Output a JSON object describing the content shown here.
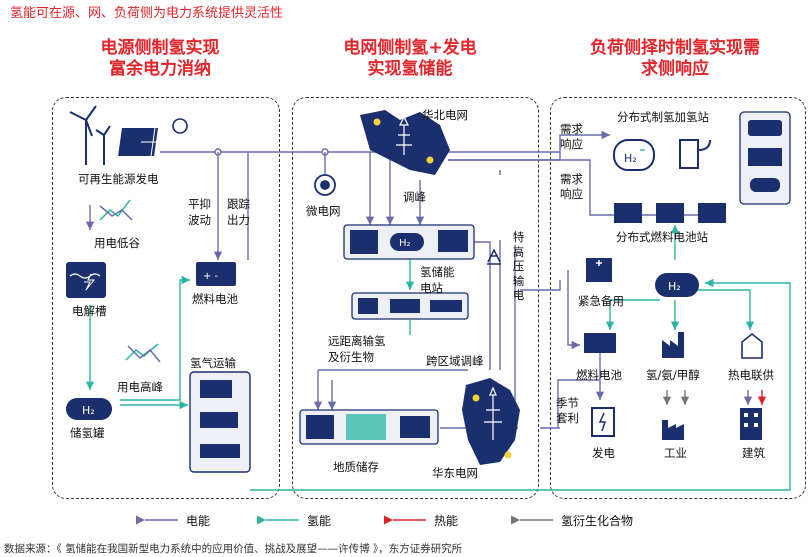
{
  "title": "氢能可在源、网、负荷侧为电力系统提供灵活性",
  "sections": {
    "source": {
      "title_line1": "电源侧制氢实现",
      "title_line2": "富余电力消纳"
    },
    "grid": {
      "title_line1": "电网侧制氢+发电",
      "title_line2": "实现氢储能"
    },
    "load": {
      "title_line1": "负荷侧择时制氢实现需",
      "title_line2": "求侧响应"
    }
  },
  "labels": {
    "renewable": "可再生能源发电",
    "low_demand": "用电低谷",
    "electrolyzer": "电解槽",
    "peak_demand": "用电高峰",
    "storage_tank": "储氢罐",
    "smooth_fluct_1": "平抑",
    "smooth_fluct_2": "波动",
    "track_output_1": "跟踪",
    "track_output_2": "出力",
    "fuel_cell": "燃料电池",
    "h2_transport": "氢气运输",
    "microgrid": "微电网",
    "north_china_grid": "华北电网",
    "peak_regulation": "调峰",
    "h2_storage_station_1": "氢储能",
    "h2_storage_station_2": "电站",
    "long_transport_1": "远距离输氢",
    "long_transport_2": "及衍生物",
    "cross_region": "跨区域调峰",
    "uhv_line": "特高压输电",
    "geo_storage": "地质储存",
    "east_china_grid": "华东电网",
    "demand_response_1a": "需求",
    "demand_response_1b": "响应",
    "demand_response_2a": "需求",
    "demand_response_2b": "响应",
    "distributed_h2_station": "分布式制氢加氢站",
    "distributed_fc_station": "分布式燃料电池站",
    "emergency_backup": "紧急备用",
    "load_fuel_cell": "燃料电池",
    "ammonia_methanol": "氢/氨/甲醇",
    "chp": "热电联供",
    "seasonal_1": "季节",
    "seasonal_2": "套利",
    "power_generation": "发电",
    "industry": "工业",
    "building": "建筑",
    "h2_symbol": "H₂"
  },
  "legend": {
    "electric": "电能",
    "hydrogen": "氢能",
    "heat": "热能",
    "derivative": "氢衍生化合物"
  },
  "source_note": "数据来源：《 氢储能在我国新型电力系统中的应用价值、挑战及展望——许传博 》，东方证券研究所",
  "colors": {
    "electric": "#6b6ba8",
    "hydrogen": "#2bb5a3",
    "heat": "#d9232a",
    "derivative": "#777777",
    "navy": "#1b2f6e",
    "accent_red": "#e1262c"
  }
}
